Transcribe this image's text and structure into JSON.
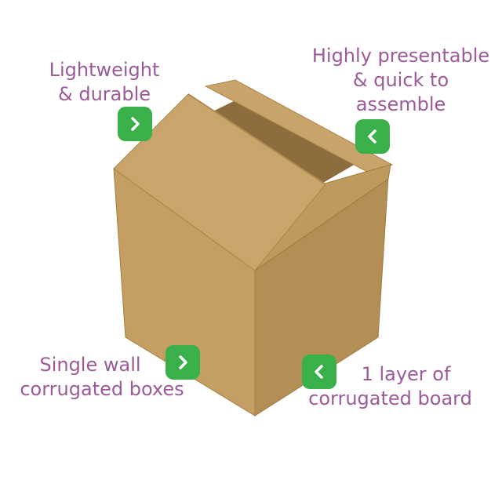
{
  "colors": {
    "label": "#9c5a98",
    "accent": "#3ab04a",
    "box_front": "#c49e62",
    "box_side": "#b48f55",
    "box_flap": "#caa56b",
    "box_inner": "#8d6c3d"
  },
  "callouts": {
    "top_left": {
      "line1": "Lightweight",
      "line2": "& durable",
      "icon": "chevron-right-icon"
    },
    "top_right": {
      "line1": "Highly presentable",
      "line2": "& quick to",
      "line3": "assemble",
      "icon": "chevron-left-icon"
    },
    "bottom_left": {
      "line1": "Single wall",
      "line2": "corrugated boxes",
      "icon": "chevron-right-icon"
    },
    "bottom_right": {
      "line1": "1 layer of",
      "line2": "corrugated board",
      "icon": "chevron-left-icon"
    }
  }
}
